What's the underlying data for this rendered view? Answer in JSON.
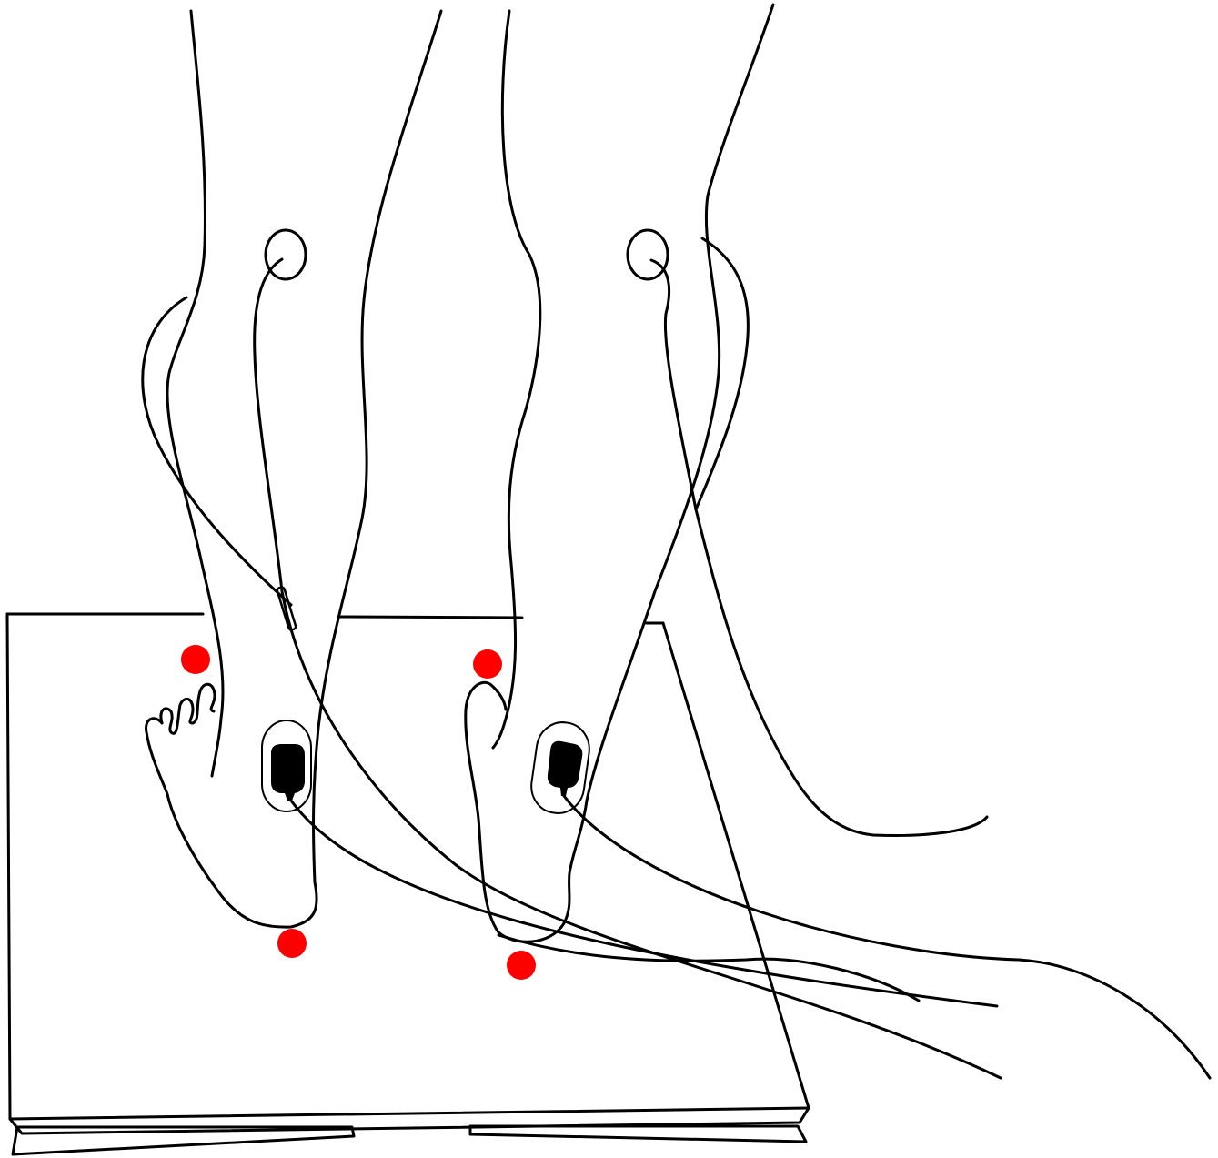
{
  "figure": {
    "title": "",
    "text_labels": [],
    "colors": {
      "line": "#000000",
      "background": "#ffffff",
      "marker": "#ff0000",
      "electrode_pad": "#000000"
    },
    "objects": {
      "legs": 2,
      "ankle_sensors": 2,
      "electrode_pads": 2,
      "red_markers": 4,
      "platform": 1,
      "cables": 4
    }
  }
}
